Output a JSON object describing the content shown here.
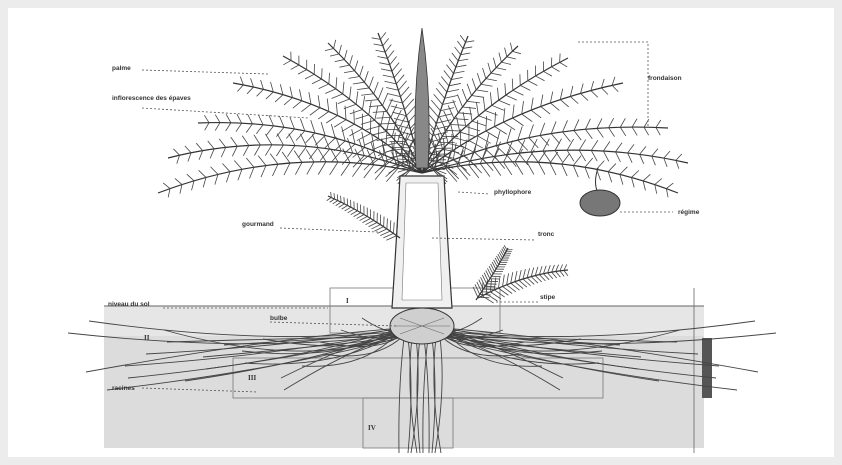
{
  "labels": {
    "palme": "palme",
    "inflorescence": "inflorescence des épaves",
    "frondaison": "frondaison",
    "phyllophore": "phyllophore",
    "regime": "régime",
    "gourmand": "gourmand",
    "tronc": "tronc",
    "niveau_sol": "niveau du sol",
    "bulbe": "bulbe",
    "stipe": "stipe",
    "racines": "racines"
  },
  "zones": [
    "I",
    "II",
    "III",
    "IV"
  ],
  "colors": {
    "ink": "#333333",
    "frame": "#ececec",
    "soil": "#d9d9d9",
    "trunk": "#eeeeee"
  }
}
